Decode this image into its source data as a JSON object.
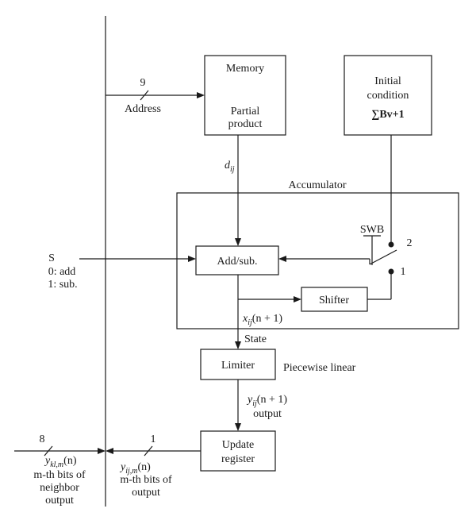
{
  "blocks": {
    "memory": {
      "title": "Memory",
      "line1": "Partial",
      "line2": "product"
    },
    "initial": {
      "line1": "Initial",
      "line2": "condition",
      "formula": "∑Bv+1"
    },
    "accumulator": {
      "title": "Accumulator"
    },
    "addsub": {
      "label": "Add/sub."
    },
    "shifter": {
      "label": "Shifter"
    },
    "limiter": {
      "label": "Limiter",
      "note": "Piecewise linear"
    },
    "update": {
      "line1": "Update",
      "line2": "register"
    }
  },
  "labels": {
    "address_bits": "9",
    "address": "Address",
    "d_var": "d",
    "d_sub": "ij",
    "swb": "SWB",
    "sw_pos2": "2",
    "sw_pos1": "1",
    "s": "S",
    "s_add": "0: add",
    "s_sub": "1: sub.",
    "x_var": "x",
    "x_sub": "ij",
    "x_arg": "(n + 1)",
    "state": "State",
    "y_var": "y",
    "y_sub": "ij",
    "y_arg": "(n + 1)",
    "output": "output",
    "nb_bits": "8",
    "ykl_var": "y",
    "ykl_sub": "kl,m",
    "ykl_arg": "(n)",
    "nb_line1": "m-th bits of",
    "nb_line2": "neighbor",
    "nb_line3": "output",
    "out_bits": "1",
    "yij_var": "y",
    "yij_sub": "ij,m",
    "yij_arg": "(n)",
    "out_line1": "m-th bits of",
    "out_line2": "output"
  }
}
